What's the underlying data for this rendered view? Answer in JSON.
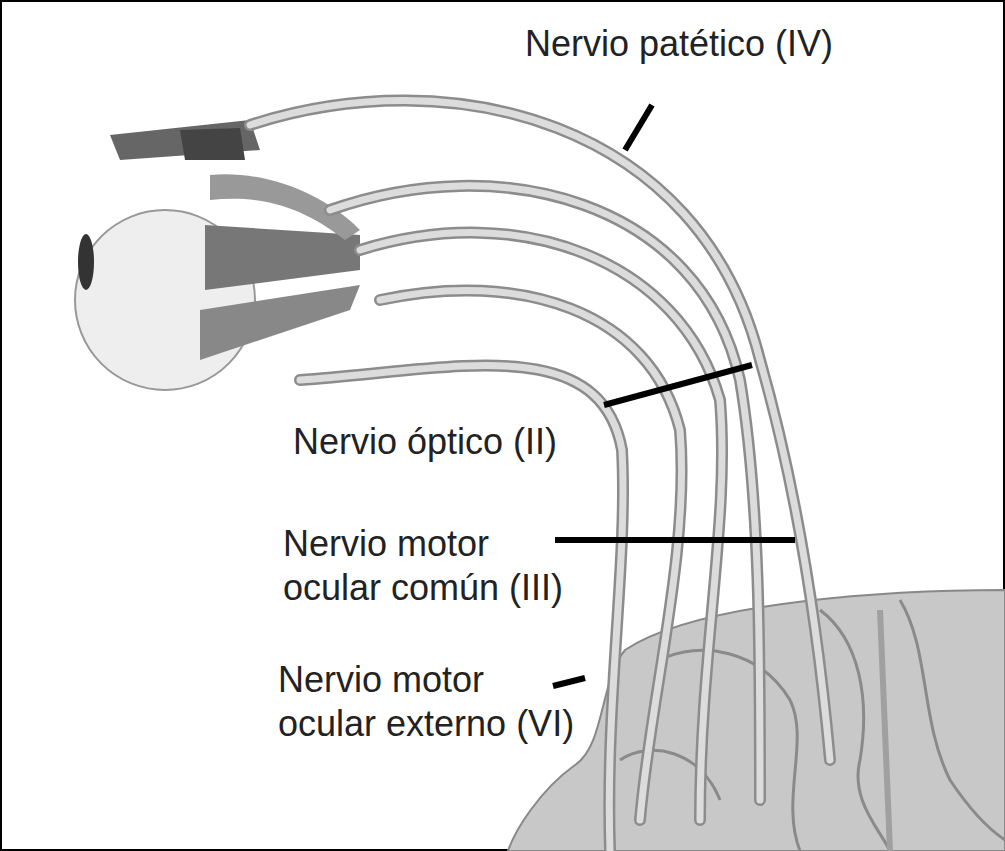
{
  "diagram": {
    "labels": [
      "Nervio patético (IV)",
      "Nervio óptico (II)",
      "Nervio motor ocular común (III)",
      "Nervio motor ocular externo (VI)"
    ]
  }
}
